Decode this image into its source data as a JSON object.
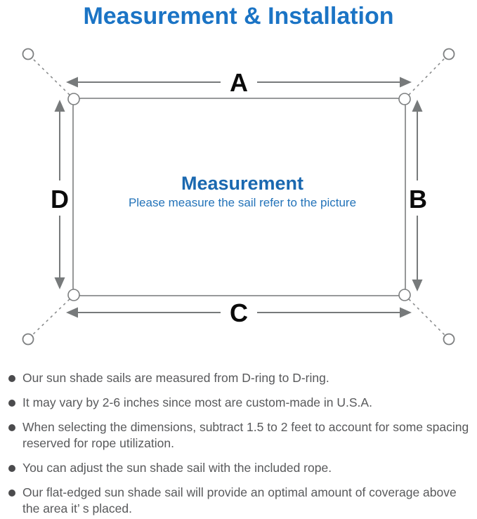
{
  "title": "Measurement & Installation",
  "diagram": {
    "label_top": "A",
    "label_right": "B",
    "label_bottom": "C",
    "label_left": "D",
    "center_title": "Measurement",
    "center_subtitle": "Please measure the sail refer to the picture"
  },
  "colors": {
    "title_blue": "#1b74c5",
    "center_title_blue": "#1a68b0",
    "center_subtitle_blue": "#2373b9",
    "diagram_line_gray": "#7d7f80",
    "note_text_gray": "#58595b"
  },
  "notes": [
    {
      "text": "Our sun shade sails are measured from D-ring to D-ring."
    },
    {
      "text": "It may vary by 2-6 inches since most are custom-made in U.S.A."
    },
    {
      "text": "When selecting the dimensions, subtract 1.5 to 2 feet to account for some spacing reserved for rope utilization."
    },
    {
      "text": "You can adjust the sun shade sail with the included rope."
    },
    {
      "text": "Our flat-edged sun shade sail will provide an optimal amount of coverage above the area it’ s placed."
    }
  ]
}
